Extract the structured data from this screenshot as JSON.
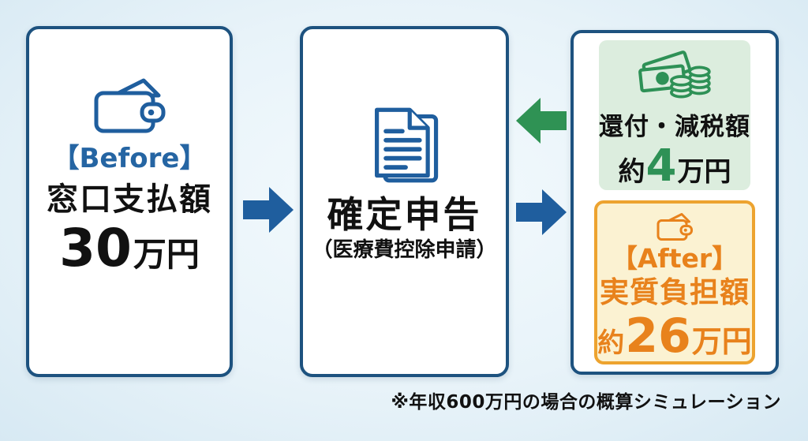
{
  "before_box": {
    "icon": "wallet-icon",
    "label": "【Before】",
    "title": "窓口支払額",
    "amount": {
      "value": "30",
      "unit": "万円"
    }
  },
  "filing_box": {
    "icon": "documents-icon",
    "title": "確定申告",
    "subtitle": "（医療費控除申請）"
  },
  "result_panel": {
    "refund_box": {
      "icon": "money-icon",
      "title": "還付・減税額",
      "amount": {
        "prefix": "約",
        "value": "4",
        "unit": "万円"
      }
    },
    "after_box": {
      "icon": "wallet-icon",
      "label": "【After】",
      "title": "実質負担額",
      "amount": {
        "prefix": "約",
        "value": "26",
        "unit": "万円"
      }
    }
  },
  "arrows": {
    "before_to_filing": {
      "direction": "right",
      "color": "#1f5e9e"
    },
    "refund_to_filing": {
      "direction": "left",
      "color": "#2f9254"
    },
    "filing_to_after": {
      "direction": "right",
      "color": "#1f5e9e"
    }
  },
  "footnote": "※年収600万円の場合の概算シミュレーション",
  "colors": {
    "background": "#e8f3f9",
    "box_border": "#1d527f",
    "primary_blue": "#1f5e9e",
    "before_label_blue": "#2565a3",
    "green": "#2e9156",
    "green_arrow": "#2f9254",
    "green_bg": "#dcedde",
    "orange": "#e8821c",
    "orange_border": "#eda32f",
    "cream_bg": "#fbf2d2",
    "text": "#111111"
  }
}
